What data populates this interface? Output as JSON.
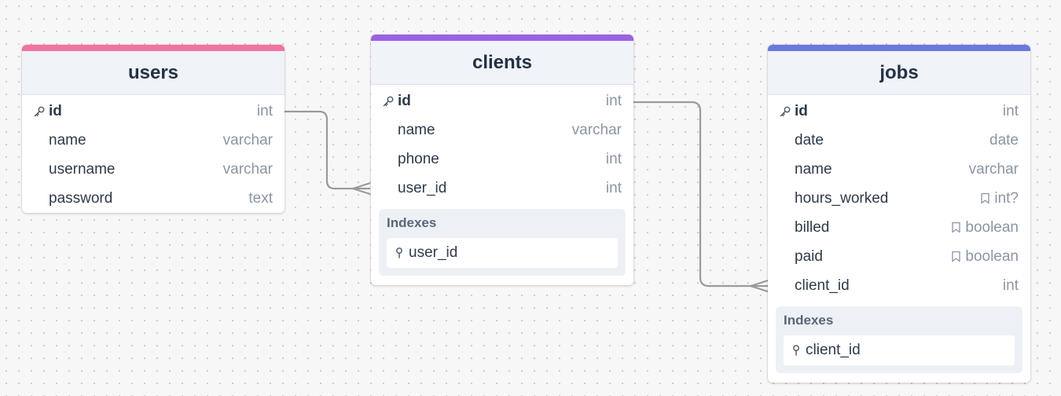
{
  "tables": {
    "users": {
      "name": "users",
      "color": "#f2739d",
      "columns": [
        {
          "name": "id",
          "type": "int",
          "pk": true
        },
        {
          "name": "name",
          "type": "varchar"
        },
        {
          "name": "username",
          "type": "varchar"
        },
        {
          "name": "password",
          "type": "text"
        }
      ]
    },
    "clients": {
      "name": "clients",
      "color": "#9b61e4",
      "columns": [
        {
          "name": "id",
          "type": "int",
          "pk": true
        },
        {
          "name": "name",
          "type": "varchar"
        },
        {
          "name": "phone",
          "type": "int"
        },
        {
          "name": "user_id",
          "type": "int"
        }
      ],
      "indexes_title": "Indexes",
      "indexes": [
        "user_id"
      ]
    },
    "jobs": {
      "name": "jobs",
      "color": "#6b78dc",
      "columns": [
        {
          "name": "id",
          "type": "int",
          "pk": true
        },
        {
          "name": "date",
          "type": "date"
        },
        {
          "name": "name",
          "type": "varchar"
        },
        {
          "name": "hours_worked",
          "type": "int?",
          "note": true
        },
        {
          "name": "billed",
          "type": "boolean",
          "note": true
        },
        {
          "name": "paid",
          "type": "boolean",
          "note": true
        },
        {
          "name": "client_id",
          "type": "int"
        }
      ],
      "indexes_title": "Indexes",
      "indexes": [
        "client_id"
      ]
    }
  },
  "icons": {
    "primary_key": "key-icon",
    "note": "bookmark-icon",
    "index": "index-pin-icon"
  },
  "relations": [
    {
      "from": "users.id",
      "to": "clients.user_id",
      "kind": "one-to-many"
    },
    {
      "from": "clients.id",
      "to": "jobs.client_id",
      "kind": "one-to-many"
    }
  ]
}
